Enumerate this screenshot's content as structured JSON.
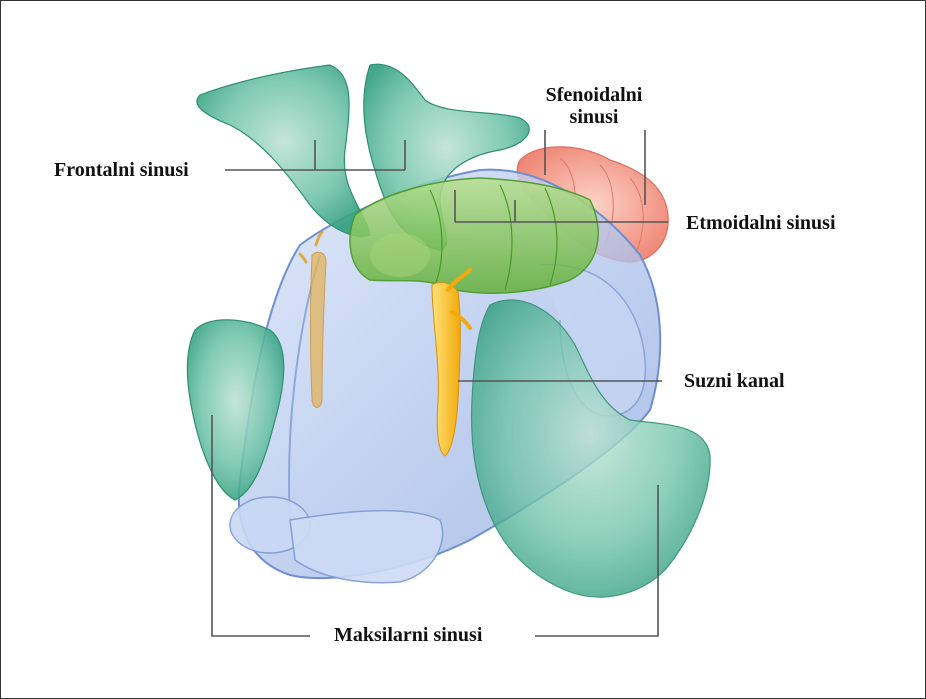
{
  "labels": {
    "frontal": "Frontalni sinusi",
    "sphenoid_line1": "Sfenoidalni",
    "sphenoid_line2": "sinusi",
    "ethmoid": "Etmoidalni sinusi",
    "lacrimal": "Suzni kanal",
    "maxillary": "Maksilarni sinusi"
  },
  "colors": {
    "frontal_sinus": "#3fae8e",
    "maxillary_sinus": "#3fae8e",
    "ethmoid_sinus": "#7cc24a",
    "sphenoid_sinus": "#f08a7a",
    "nasal_cavity": "#9fb8e8",
    "lacrimal_duct": "#f8c21a",
    "leader_line": "#555555"
  }
}
